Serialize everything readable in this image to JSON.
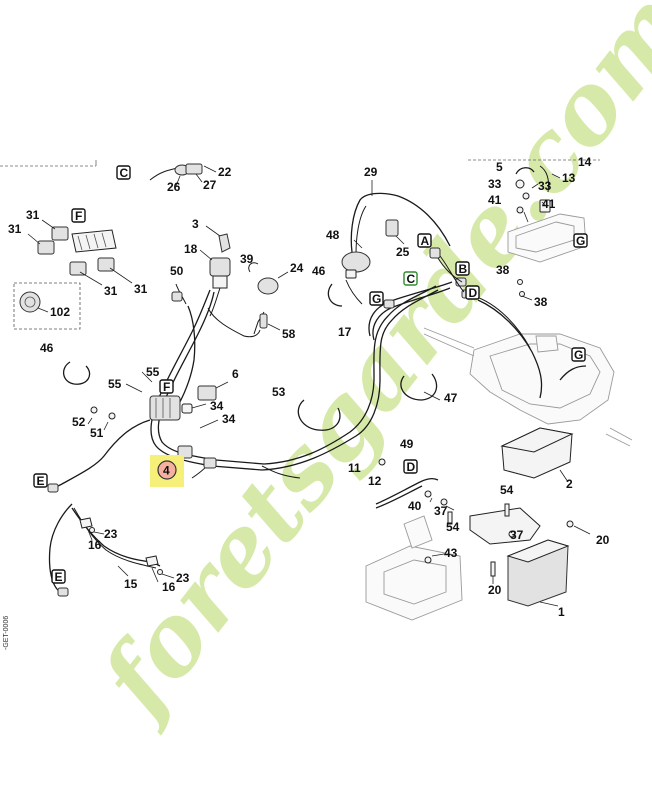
{
  "diagram": {
    "side_reference": "-GET-0006",
    "watermark": "foretsgarde.com",
    "highlight_color": "#f6f07a",
    "highlight_badge_color": "#f5b0a0",
    "watermark_color": "#cfe69a",
    "watermark_color2": "#e8cba8",
    "part_numbers": {
      "n1": "1",
      "n2": "2",
      "n3": "3",
      "n4": "4",
      "n5": "5",
      "n6": "6",
      "n11": "11",
      "n12": "12",
      "n13": "13",
      "n14": "14",
      "n15": "15",
      "n16a": "16",
      "n16b": "16",
      "n17": "17",
      "n18": "18",
      "n20a": "20",
      "n20b": "20",
      "n22": "22",
      "n23a": "23",
      "n23b": "23",
      "n24": "24",
      "n25": "25",
      "n26": "26",
      "n27": "27",
      "n29": "29",
      "n31a": "31",
      "n31b": "31",
      "n31c": "31",
      "n31d": "31",
      "n33a": "33",
      "n33b": "33",
      "n34a": "34",
      "n34b": "34",
      "n37a": "37",
      "n37b": "37",
      "n38a": "38",
      "n38b": "38",
      "n39": "39",
      "n40": "40",
      "n41a": "41",
      "n41b": "41",
      "n43": "43",
      "n46a": "46",
      "n46b": "46",
      "n47": "47",
      "n48": "48",
      "n49": "49",
      "n50": "50",
      "n51": "51",
      "n52": "52",
      "n53": "53",
      "n54a": "54",
      "n54b": "54",
      "n55a": "55",
      "n55b": "55",
      "n58": "58",
      "n102": "102"
    },
    "ref_letters": {
      "c1": "C",
      "c2": "C",
      "f1": "F",
      "f2": "F",
      "a1": "A",
      "b1": "B",
      "d1": "D",
      "d2": "D",
      "e1": "E",
      "e2": "E",
      "g1": "G",
      "g2": "G",
      "g3": "G"
    }
  }
}
